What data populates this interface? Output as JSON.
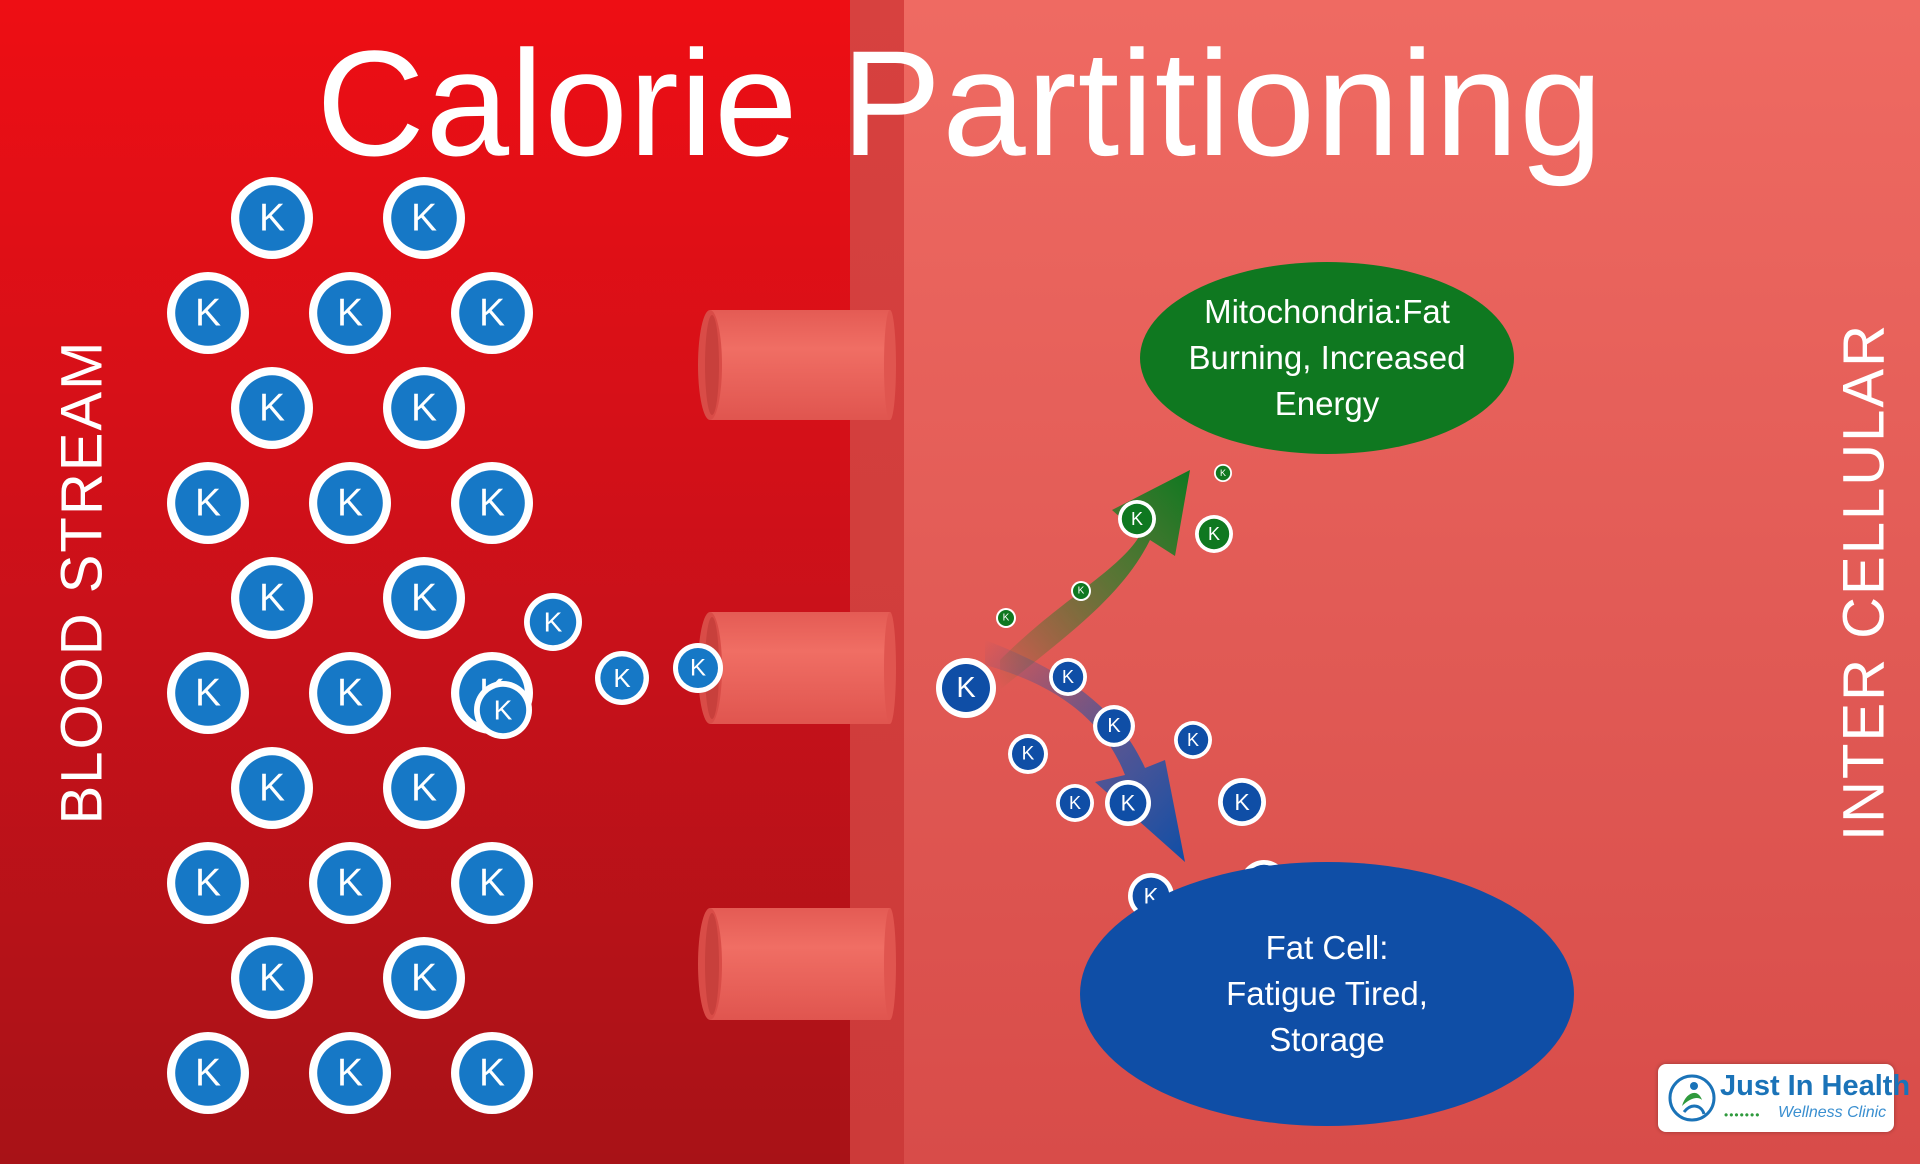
{
  "title": "Calorie Partitioning",
  "left_label": "BLOOD STREAM",
  "right_label": "INTER CELLULAR",
  "particle_letter": "K",
  "mitochondria_text": "Mitochondria:Fat Burning, Increased Energy",
  "fat_cell_text": "Fat Cell: Fatigue Tired, Storage",
  "logo": {
    "name": "Just In Health",
    "subtitle": "Wellness Clinic"
  },
  "colors": {
    "blood_stream": "#e30e15",
    "intercellular": "#e7605b",
    "membrane": "#d2403e",
    "channel": "#ee6b61",
    "particle_blue": "#1678c6",
    "particle_dark_blue": "#0f4ea6",
    "mitochondria_green": "#0f7820",
    "fat_cell_blue": "#0f4ea6"
  }
}
